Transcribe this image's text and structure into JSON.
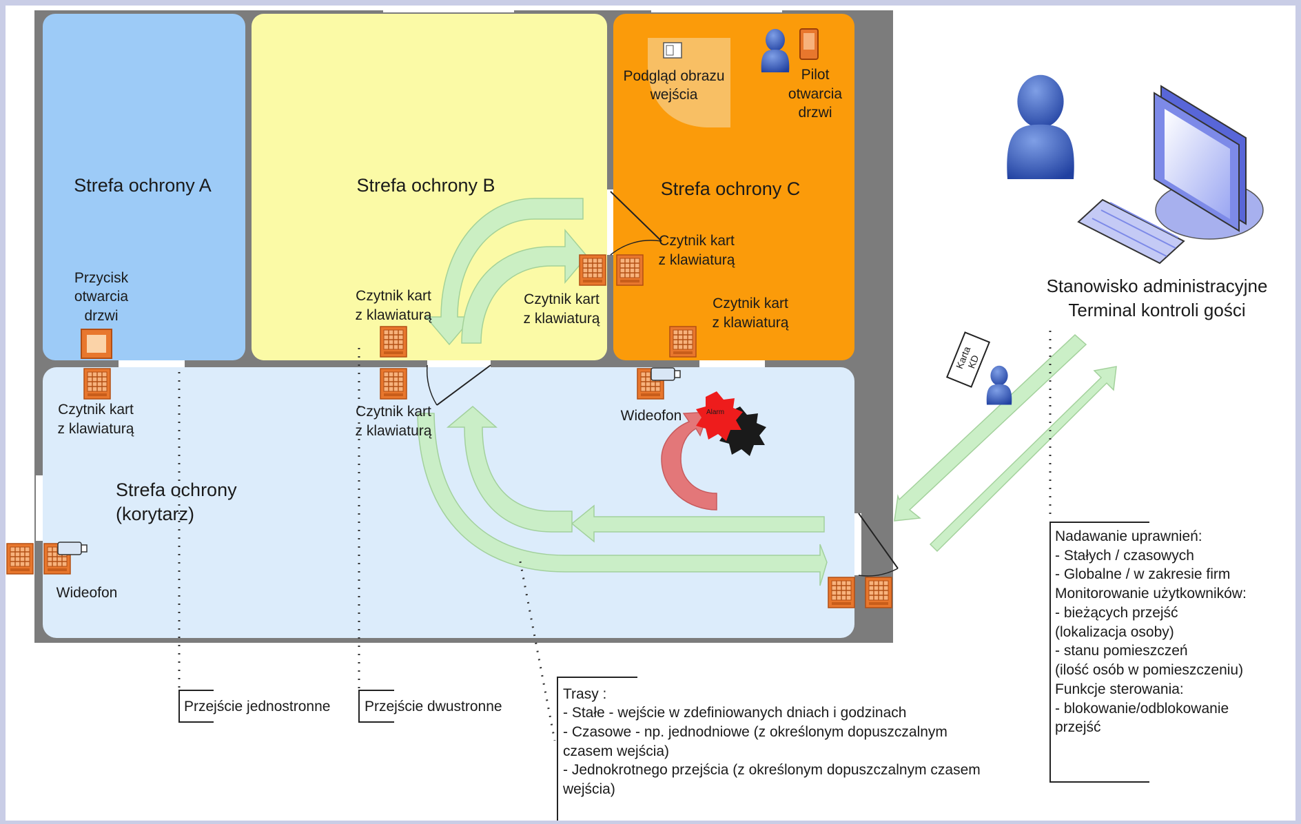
{
  "zones": {
    "a": "Strefa ochrony A",
    "b": "Strefa ochrony B",
    "c": "Strefa ochrony C",
    "corridor": [
      "Strefa ochrony",
      "(korytarz)"
    ]
  },
  "labels": {
    "exit_button": [
      "Przycisk",
      "otwarcia",
      "drzwi"
    ],
    "reader": [
      "Czytnik kart",
      "z klawiaturą"
    ],
    "videophone": "Wideofon",
    "preview": [
      "Podgląd obrazu",
      "wejścia"
    ],
    "remote": [
      "Pilot",
      "otwarcia",
      "drzwi"
    ],
    "alarm": "Alarm",
    "card": [
      "Karta",
      "KD"
    ]
  },
  "workstation": [
    "Stanowisko administracyjne",
    "Terminal kontroli gości"
  ],
  "legend": {
    "one_way": "Przejście jednostronne",
    "two_way": "Przejście dwustronne"
  },
  "routes_note": [
    "Trasy :",
    "- Stałe - wejście w zdefiniowanych dniach i godzinach",
    "- Czasowe -  np. jednodniowe (z określonym dopuszczalnym",
    "czasem wejścia)",
    "- Jednokrotnego przejścia (z określonym dopuszczalnym czasem",
    "wejścia)"
  ],
  "admin_note": [
    "Nadawanie uprawnień:",
    "- Stałych / czasowych",
    "- Globalne / w zakresie firm",
    "Monitorowanie użytkowników:",
    "- bieżących przejść",
    "(lokalizacja osoby)",
    "- stanu pomieszczeń",
    "(ilość osób w pomieszczeniu)",
    "Funkcje sterowania:",
    "- blokowanie/odblokowanie",
    "przejść"
  ],
  "colors": {
    "zone_a": "#9dcbf7",
    "zone_b": "#fbfaa6",
    "zone_c": "#fb9b0a",
    "corridor": "#dcecfb",
    "wall": "#7c7c7c",
    "device": "#e8772d",
    "arrow_green": "#c9efc4",
    "arrow_red": "#e46b6b"
  }
}
